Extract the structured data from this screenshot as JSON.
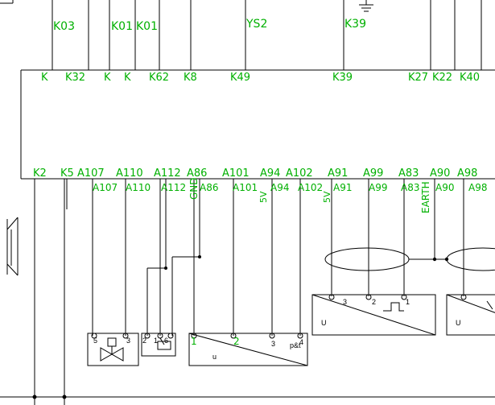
{
  "top_codes": [
    "K03",
    "K01",
    "K01",
    "YS2",
    "K39"
  ],
  "top_pins": [
    "K",
    "K32",
    "K",
    "K",
    "K62",
    "K8",
    "K49",
    "K39",
    "K27",
    "K22",
    "K40"
  ],
  "top_red_notes": [
    "",
    "",
    "",
    "",
    "",
    "",
    "",
    "",
    "",
    "",
    ""
  ],
  "top_wire_colors": [
    "",
    "",
    "",
    "",
    "",
    "",
    "",
    "",
    "",
    "",
    ""
  ],
  "bottom_pins": [
    "K2",
    "K5",
    "A107",
    "A110",
    "A112",
    "A86",
    "A101",
    "A94",
    "A102",
    "A91",
    "A99",
    "A83",
    "A90",
    "A98"
  ],
  "sub_pins": [
    "A107",
    "A110",
    "A112",
    "GND",
    "A86",
    "A101",
    "5V",
    "A94",
    "A102",
    "5V",
    "A91",
    "A99",
    "A83",
    "EARTH",
    "A90",
    "A98"
  ],
  "wire_color_1": [
    "",
    "",
    "",
    "",
    "",
    "",
    "",
    "",
    "",
    "",
    "",
    "",
    ""
  ],
  "wire_color_2": [
    "",
    "",
    "",
    "",
    "",
    "",
    "",
    "",
    "",
    "",
    "",
    "",
    ""
  ],
  "mid_red_notes": [
    "",
    "",
    "",
    "",
    "",
    "",
    "",
    "",
    ""
  ],
  "valve_pins": [
    "5",
    "3"
  ],
  "pedal_pins": [
    "2",
    "1",
    "6"
  ],
  "pressure_sensor_pins": [
    "1",
    "2",
    "3",
    "4"
  ],
  "pressure_sensor_u": "u",
  "pressure_sensor_pt": "p&t",
  "cam_sensor_pins": [
    "3",
    "2",
    "1"
  ],
  "cam_sensor_u": "U",
  "crank_sensor_u": "U",
  "component_labels": [
    "",
    "",
    "",
    ""
  ]
}
